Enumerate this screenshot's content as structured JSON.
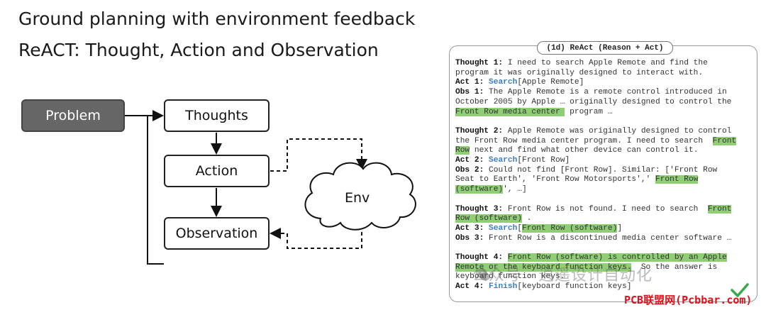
{
  "slide": {
    "title": "Ground planning with environment feedback",
    "subtitle": "ReACT: Thought, Action and Observation"
  },
  "flow": {
    "problem": "Problem",
    "thoughts": "Thoughts",
    "action": "Action",
    "observation": "Observation",
    "env": "Env"
  },
  "panel": {
    "title": "(1d) ReAct (Reason + Act)",
    "steps": [
      {
        "lines": [
          [
            [
              "k",
              "Thought 1:"
            ],
            [
              "t",
              " I need to search Apple Remote and find the"
            ]
          ],
          [
            [
              "t",
              "program it was originally designed to interact with."
            ]
          ],
          [
            [
              "k",
              "Act 1:"
            ],
            [
              "t",
              " "
            ],
            [
              "a",
              "Search"
            ],
            [
              "t",
              "[Apple Remote]"
            ]
          ],
          [
            [
              "k",
              "Obs 1:"
            ],
            [
              "t",
              " The Apple Remote is a remote control introduced in"
            ]
          ],
          [
            [
              "t",
              "October 2005 by Apple … originally designed to control the"
            ]
          ],
          [
            [
              "h",
              "Front Row media center "
            ],
            [
              "t",
              " program …"
            ]
          ]
        ]
      },
      {
        "lines": [
          [
            [
              "k",
              "Thought 2:"
            ],
            [
              "t",
              " Apple Remote was originally designed to control"
            ]
          ],
          [
            [
              "t",
              "the Front Row media center program. I need to search  "
            ],
            [
              "h",
              "Front"
            ]
          ],
          [
            [
              "h",
              "Row"
            ],
            [
              "t",
              " next and find what other device can control it."
            ]
          ],
          [
            [
              "k",
              "Act 2:"
            ],
            [
              "t",
              " "
            ],
            [
              "a",
              "Search"
            ],
            [
              "t",
              "[Front Row]"
            ]
          ],
          [
            [
              "k",
              "Obs 2:"
            ],
            [
              "t",
              " Could not find [Front Row]. Similar: ['Front Row"
            ]
          ],
          [
            [
              "t",
              "Seat to Earth', 'Front Row Motorsports',' "
            ],
            [
              "h",
              "Front Row"
            ]
          ],
          [
            [
              "h",
              "(software)"
            ],
            [
              "t",
              "', …]"
            ]
          ]
        ]
      },
      {
        "lines": [
          [
            [
              "k",
              "Thought 3:"
            ],
            [
              "t",
              " Front Row is not found. I need to search  "
            ],
            [
              "h",
              "Front"
            ]
          ],
          [
            [
              "h",
              "Row (software)"
            ],
            [
              "t",
              " ."
            ]
          ],
          [
            [
              "k",
              "Act 3:"
            ],
            [
              "t",
              " "
            ],
            [
              "a",
              "Search"
            ],
            [
              "t",
              "["
            ],
            [
              "h",
              "Front Row (software)"
            ],
            [
              "t",
              "]"
            ]
          ],
          [
            [
              "k",
              "Obs 3:"
            ],
            [
              "t",
              " Front Row is a discontinued media center software …"
            ]
          ]
        ]
      },
      {
        "lines": [
          [
            [
              "k",
              "Thought 4:"
            ],
            [
              "t",
              " "
            ],
            [
              "h",
              "Front Row (software) is controlled by an Apple"
            ]
          ],
          [
            [
              "h",
              "Remote or the keyboard function keys."
            ],
            [
              "t",
              "  So the answer is"
            ]
          ],
          [
            [
              "t",
              "keyboard function keys."
            ]
          ],
          [
            [
              "k",
              "Act 4:"
            ],
            [
              "t",
              " "
            ],
            [
              "a",
              "Finish"
            ],
            [
              "t",
              "[keyboard function keys]"
            ]
          ]
        ]
      }
    ]
  },
  "overlays": {
    "watermark": "公众号 · 逍遥设计自动化",
    "source": "PCB联盟网(Pcbbar.com)"
  },
  "colors": {
    "problem_fill": "#666666",
    "highlight": "#8fce74",
    "action_word": "#3b7dc0",
    "source_tag": "#e0101a",
    "check": "#3aa84a"
  },
  "icons": {
    "watermark": "wechat-icon",
    "check": "check-icon"
  }
}
